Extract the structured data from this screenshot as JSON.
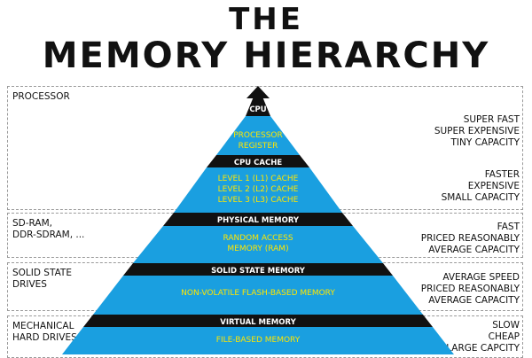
{
  "title": {
    "line1": "THE",
    "line2": "MEMORY HIERARCHY"
  },
  "levels": [
    {
      "left_label": "PROCESSOR",
      "right_label": "SUPER FAST\nSUPER EXPENSIVE\nTINY CAPACITY"
    },
    {
      "left_label": "",
      "right_label": "FASTER\nEXPENSIVE\nSMALL CAPACITY"
    },
    {
      "left_label": "SD-RAM,\nDDR-SDRAM, ...",
      "right_label": "FAST\nPRICED REASONABLY\nAVERAGE CAPACITY"
    },
    {
      "left_label": "SOLID STATE\nDRIVES",
      "right_label": "AVERAGE SPEED\nPRICED REASONABLY\nAVERAGE CAPACITY"
    },
    {
      "left_label": "MECHANICAL\nHARD DRIVES",
      "right_label": "SLOW\nCHEAP\nLARGE CAPCITY"
    }
  ],
  "pyramid": {
    "headers": [
      "CPU",
      "CPU CACHE",
      "PHYSICAL MEMORY",
      "SOLID STATE MEMORY",
      "VIRTUAL MEMORY"
    ],
    "bodies": [
      [
        "PROCESSOR",
        "REGISTER"
      ],
      [
        "LEVEL 1 (L1) CACHE",
        "LEVEL 2 (L2) CACHE",
        "LEVEL 3 (L3) CACHE"
      ],
      [
        "RANDOM ACCESS",
        "MEMORY (RAM)"
      ],
      [
        "NON-VOLATILE FLASH-BASED MEMORY"
      ],
      [
        "FILE-BASED MEMORY"
      ]
    ],
    "colors": {
      "header": "#111111",
      "body": "#1a9fe0",
      "header_text": "#ffffff",
      "body_text": "#ffe600"
    }
  }
}
